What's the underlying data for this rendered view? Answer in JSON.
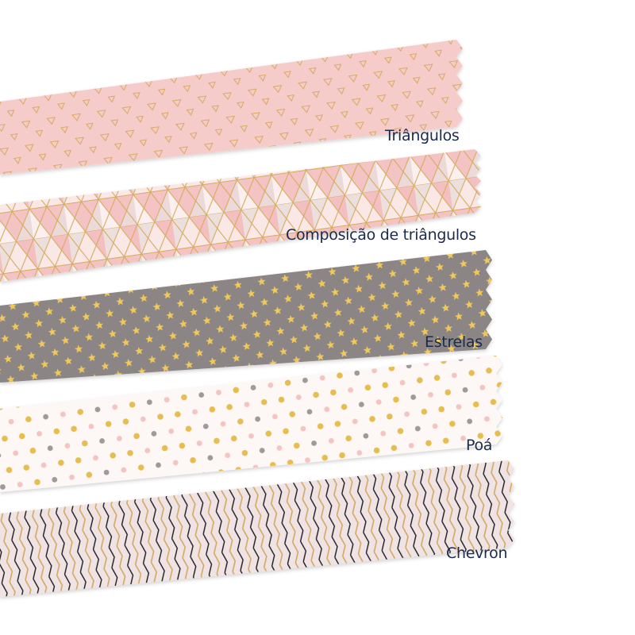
{
  "tapes": [
    {
      "label": "Triângulos",
      "pattern": "triangles",
      "base_color": "#f6cccb",
      "accent_color": "#d6a860"
    },
    {
      "label": "Composição de triângulos",
      "pattern": "triangle-composition",
      "base_color": "#f5cfcf",
      "accent_color": "#d6a860"
    },
    {
      "label": "Estrelas",
      "pattern": "stars",
      "base_color": "#8b8685",
      "accent_color": "#f1c85a"
    },
    {
      "label": "Poá",
      "pattern": "polka-dots",
      "base_color": "#fdf7f5",
      "accent_color": "#e8c050"
    },
    {
      "label": "Chevron",
      "pattern": "chevron",
      "base_color": "#efe4e3",
      "accent_color": "#1a1a22"
    }
  ],
  "colors": {
    "label_text": "#1b2a4a",
    "gold": "#e2b65a",
    "pink": "#f2c6c6",
    "gray": "#9b9797",
    "white": "#ffffff"
  }
}
